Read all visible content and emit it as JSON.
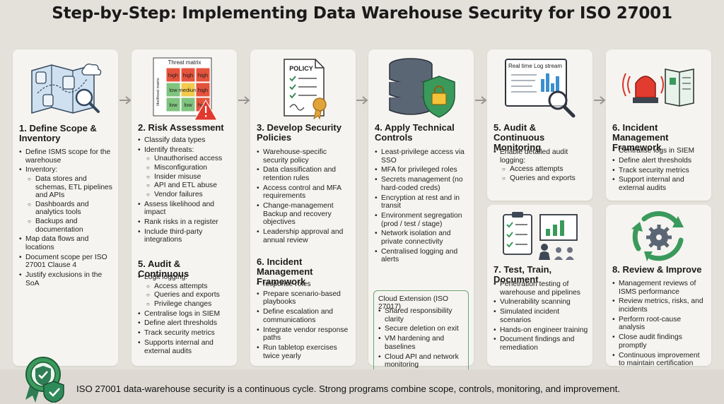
{
  "title": "Step-by-Step: Implementing Data Warehouse Security for ISO 27001",
  "colors": {
    "background": "#e4e0da",
    "card": "#f6f4f0",
    "accent_green": "#2e7d55",
    "accent_red": "#d9342b",
    "footer": "#ddd9d2"
  },
  "cards": {
    "c1": {
      "icon": "data-store-map-icon",
      "heading": "1. Define Scope & Inventory",
      "bullets": [
        {
          "text": "Define ISMS scope for the warehouse",
          "children": []
        },
        {
          "text": "Inventory:",
          "children": [
            "Data stores and schemas, ETL pipelines and APIs",
            "Dashboards and analytics tools",
            "Backups and documentation"
          ]
        },
        {
          "text": "Map data flows and locations",
          "children": []
        },
        {
          "text": "Document scope per ISO 27001 Clause 4",
          "children": []
        },
        {
          "text": "Justify exclusions in the SoA",
          "children": []
        }
      ]
    },
    "c2": {
      "icon": "risk-matrix-icon",
      "matrix_title": "Threat matrix",
      "matrix_axis": "likelihood matrix",
      "matrix_cells": [
        "high",
        "high",
        "high",
        "low",
        "medium",
        "high",
        "low",
        "low",
        "high"
      ],
      "heading": "2. Risk Assessment",
      "bullets": [
        {
          "text": "Classify data types",
          "children": []
        },
        {
          "text": "Identify threats:",
          "children": [
            "Unauthorised access",
            "Misconfiguration",
            "Insider misuse",
            "API and ETL abuse",
            "Vendor failures"
          ]
        },
        {
          "text": "Assess likelihood and impact",
          "children": []
        },
        {
          "text": "Rank risks in a register",
          "children": []
        },
        {
          "text": "Include third-party integrations",
          "children": []
        }
      ],
      "sub_heading": "5. Audit & Continuous",
      "sub_bullets": [
        {
          "text": "Logit logging:",
          "children": [
            "Access attempts",
            "Queries and exports",
            "Privilege changes"
          ]
        },
        {
          "text": "Centralise logs in SIEM",
          "children": []
        },
        {
          "text": "Define alert thresholds",
          "children": []
        },
        {
          "text": "Track security metrics",
          "children": []
        },
        {
          "text": "Supports internal and external audits",
          "children": []
        }
      ]
    },
    "c3": {
      "icon": "policy-document-icon",
      "policy_label": "POLICY",
      "heading": "3. Develop Security Policies",
      "bullets": [
        {
          "text": "Warehouse-specific security policy",
          "children": []
        },
        {
          "text": "Data classification and retention rules",
          "children": []
        },
        {
          "text": "Access control and MFA requirements",
          "children": []
        },
        {
          "text": "Change-management Backup and recovery objectives",
          "children": []
        },
        {
          "text": "Leadership approval and annual review",
          "children": []
        }
      ],
      "sub_heading": "6. Incident Management Framework",
      "sub_bullets": [
        {
          "text": "response roles",
          "children": []
        },
        {
          "text": "Prepare scenario-based playbooks",
          "children": []
        },
        {
          "text": "Define escalation and communications",
          "children": []
        },
        {
          "text": "Integrate vendor response paths",
          "children": []
        },
        {
          "text": "Run tabletop exercises twice yearly",
          "children": []
        }
      ]
    },
    "c4": {
      "icon": "database-shield-lock-icon",
      "heading": "4. Apply Technical Controls",
      "bullets": [
        {
          "text": "Least-privilege access via SSO",
          "children": []
        },
        {
          "text": "MFA for privileged roles",
          "children": []
        },
        {
          "text": "Secrets management (no hard-coded creds)",
          "children": []
        },
        {
          "text": "Encryption at rest and in transit",
          "children": []
        },
        {
          "text": "Environment segregation (prod / test / stage)",
          "children": []
        },
        {
          "text": "Network isolation and private connectivity",
          "children": []
        },
        {
          "text": "Centralised logging and alerts",
          "children": []
        }
      ],
      "cloud_title": "Cloud Extension (ISO 27017)",
      "cloud_bullets": [
        {
          "text": "Shared responsibility clarity",
          "children": []
        },
        {
          "text": "Secure deletion on exit",
          "children": []
        },
        {
          "text": "VM hardening and baselines",
          "children": []
        },
        {
          "text": "Cloud API and network monitoring",
          "children": []
        }
      ]
    },
    "c5": {
      "icon": "log-stream-monitor-icon",
      "screen_label": "Real time Log stream",
      "heading": "5. Audit & Continuous Monitoring",
      "bullets": [
        {
          "text": "Enable detailed audit logging:",
          "children": [
            "Access attempts",
            "Queries and exports"
          ]
        }
      ]
    },
    "c6": {
      "icon": "alarm-playbook-icon",
      "heading": "6. Incident Management Framework",
      "bullets": [
        {
          "text": "Centralise logs in SIEM",
          "children": []
        },
        {
          "text": "Define alert thresholds",
          "children": []
        },
        {
          "text": "Track security metrics",
          "children": []
        },
        {
          "text": "Support internal and external audits",
          "children": []
        }
      ]
    },
    "c7": {
      "icon": "training-checklist-icon",
      "heading": "7. Test, Train, Document",
      "bullets": [
        {
          "text": "Penetration testing of warehouse and pipelines",
          "children": []
        },
        {
          "text": "Vulnerability scanning",
          "children": []
        },
        {
          "text": "Simulated incident scenarios",
          "children": []
        },
        {
          "text": "Hands-on engineer training",
          "children": []
        },
        {
          "text": "Document findings and remediation",
          "children": []
        }
      ]
    },
    "c8": {
      "icon": "improvement-cycle-icon",
      "heading": "8. Review & Improve",
      "bullets": [
        {
          "text": "Management reviews of ISMS performance",
          "children": []
        },
        {
          "text": "Review metrics, risks, and incidents",
          "children": []
        },
        {
          "text": "Perform root-cause analysis",
          "children": []
        },
        {
          "text": "Close audit findings promptly",
          "children": []
        },
        {
          "text": "Continuous improvement to maintain certification",
          "children": []
        }
      ]
    }
  },
  "footer": {
    "icon": "certification-badge-icon",
    "text": "ISO 27001 data-warehouse security is a continuous cycle. Strong programs combine scope, controls, monitoring, and improvement."
  }
}
